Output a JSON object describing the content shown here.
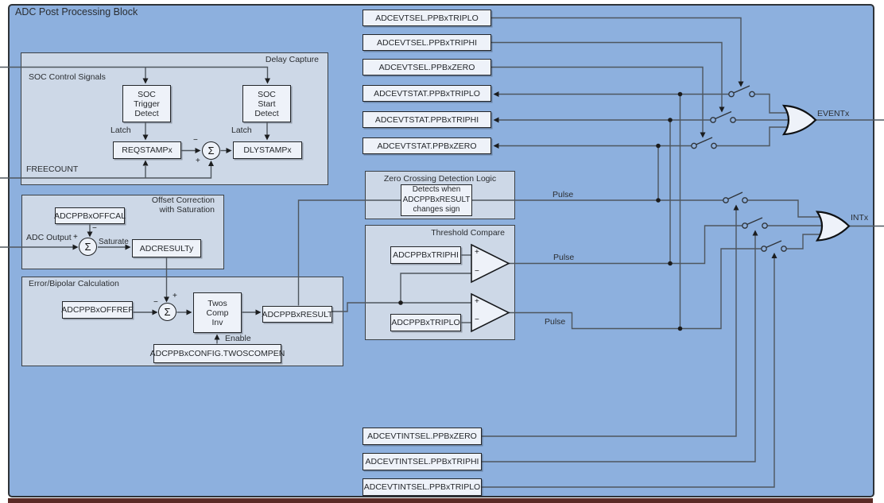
{
  "title": "ADC Post Processing Block",
  "sym": {
    "sigma": "Σ",
    "plus": "+",
    "minus": "−"
  },
  "delay_capture": {
    "title": "Delay Capture",
    "soc_control": "SOC Control Signals",
    "freecount": "FREECOUNT",
    "latch_left": "Latch",
    "latch_right": "Latch",
    "trigger_detect": [
      "SOC",
      "Trigger",
      "Detect"
    ],
    "start_detect": [
      "SOC",
      "Start",
      "Detect"
    ],
    "reqstamp": "REQSTAMPx",
    "dlystamp": "DLYSTAMPx"
  },
  "offset_correction": {
    "title": [
      "Offset Correction",
      "with Saturation"
    ],
    "offcal": "ADCPPBxOFFCAL",
    "adc_output": "ADC Output",
    "saturate": "Saturate",
    "result": "ADCRESULTy"
  },
  "error_bipolar": {
    "title": "Error/Bipolar Calculation",
    "offref": "ADCPPBxOFFREF",
    "twos": [
      "Twos",
      "Comp",
      "Inv"
    ],
    "result": "ADCPPBxRESULT",
    "enable": "Enable",
    "config": "ADCPPBxCONFIG.TWOSCOMPEN"
  },
  "zero_crossing": {
    "title": "Zero Crossing Detection Logic",
    "detect": [
      "Detects when",
      "ADCPPBxRESULT",
      "changes sign"
    ],
    "pulse": "Pulse"
  },
  "threshold": {
    "title": "Threshold Compare",
    "triphi": "ADCPPBxTRIPHI",
    "triplo": "ADCPPBxTRIPLO",
    "pulse_hi": "Pulse",
    "pulse_lo": "Pulse"
  },
  "registers": {
    "top": [
      "ADCEVTSEL.PPBxTRIPLO",
      "ADCEVTSEL.PPBxTRIPHI",
      "ADCEVTSEL.PPBxZERO",
      "ADCEVTSTAT.PPBxTRIPLO",
      "ADCEVTSTAT.PPBxTRIPHI",
      "ADCEVTSTAT.PPBxZERO"
    ],
    "bottom": [
      "ADCEVTINTSEL.PPBxZERO",
      "ADCEVTINTSEL.PPBxTRIPHI",
      "ADCEVTINTSEL.PPBxTRIPLO"
    ]
  },
  "outputs": {
    "event": "EVENTx",
    "interrupt": "INTx"
  },
  "colors": {
    "canvas_blue": "#8db0de",
    "panel_blue": "#cdd8e7",
    "box_fill": "#eef2f9",
    "wire": "#4e565e",
    "border": "#2e3338",
    "bottom_strip": "#5a2b26"
  }
}
